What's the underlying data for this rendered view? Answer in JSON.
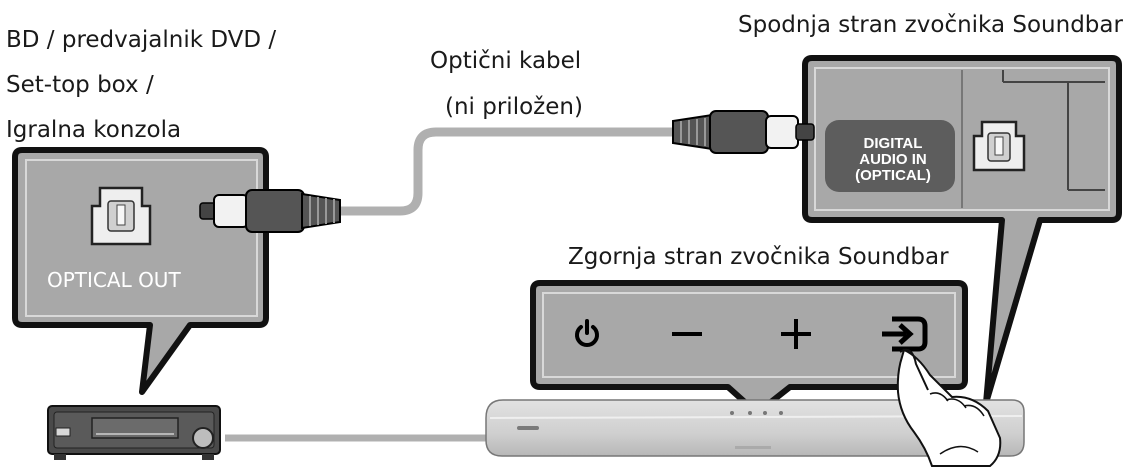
{
  "labels": {
    "source_device": [
      "BD / predvajalnik DVD /",
      "Set-top box /",
      "Igralna konzola"
    ],
    "optical_cable": [
      "Optični kabel",
      "(ni priložen)"
    ],
    "soundbar_bottom": "Spodnja stran zvočnika Soundbar",
    "soundbar_top": "Zgornja stran zvočnika Soundbar"
  },
  "ports": {
    "optical_out": "OPTICAL OUT",
    "digital_audio_in": [
      "DIGITAL",
      "AUDIO IN",
      "(OPTICAL)"
    ]
  },
  "soundbar_buttons": [
    "power",
    "volume-down",
    "volume-up",
    "source"
  ],
  "icons": [
    "optical-port-icon",
    "optical-plug-icon",
    "power-icon",
    "minus-icon",
    "plus-icon",
    "source-icon",
    "pointing-hand-icon"
  ],
  "colors": {
    "callout_fill": "#a9a9a9",
    "callout_border": "#111111",
    "cable": "#b0b0b0",
    "plug_dark": "#555555",
    "soundbar_body": "#cfcfcf"
  }
}
